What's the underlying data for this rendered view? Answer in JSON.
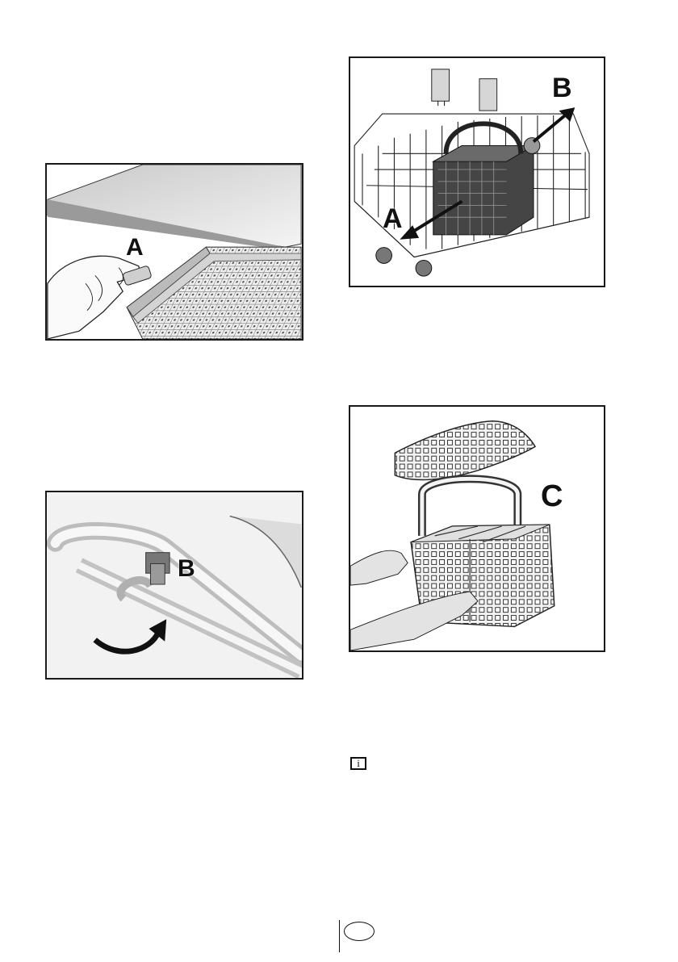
{
  "figures": {
    "cutlery_tray_release": {
      "callout": "A"
    },
    "basket_removal": {
      "callout_a": "A",
      "callout_b": "B"
    },
    "rack_clip": {
      "callout": "B"
    },
    "basket_lid": {
      "callout": "C"
    }
  },
  "info_icon": {
    "glyph": "i"
  },
  "footer": {
    "lang_badge": ""
  }
}
